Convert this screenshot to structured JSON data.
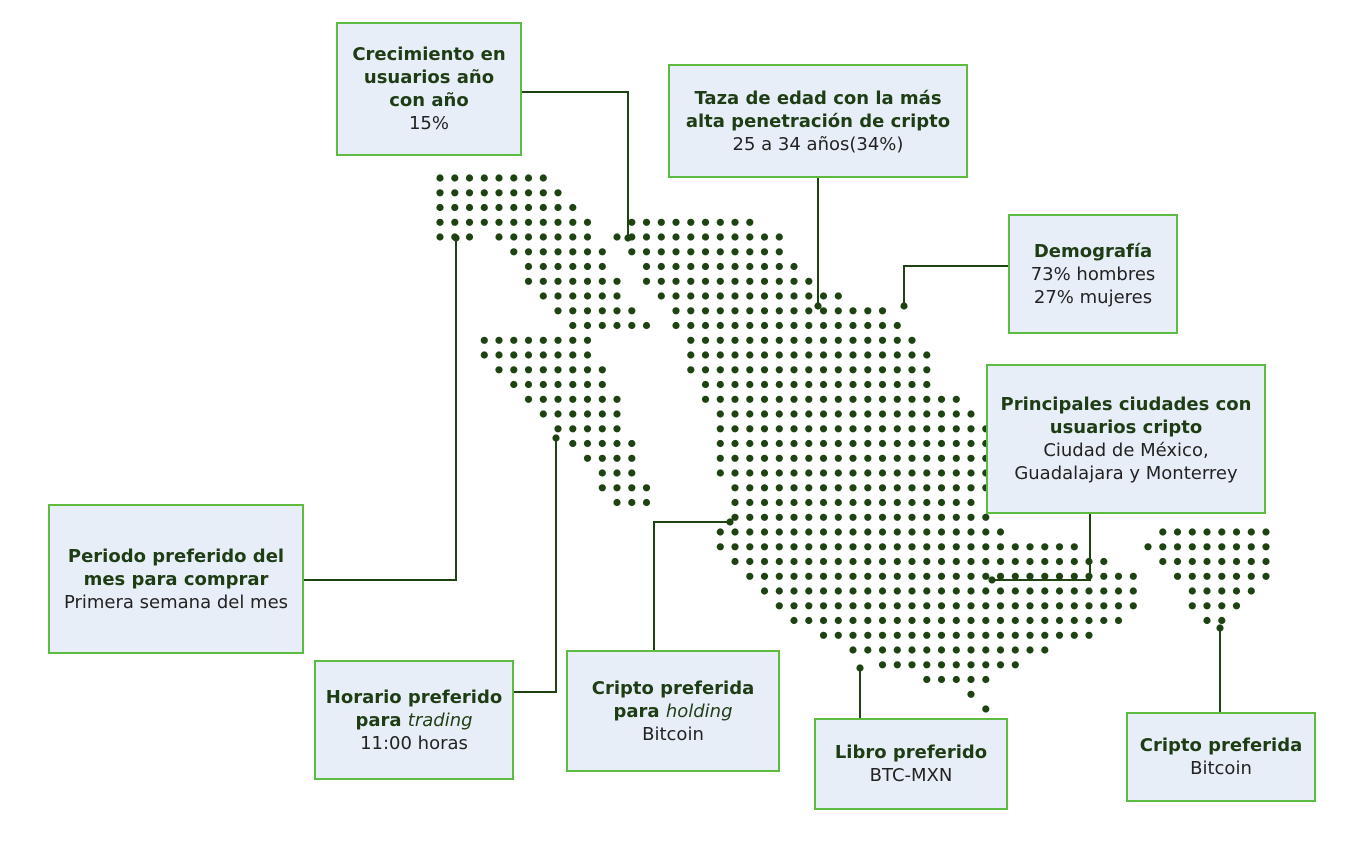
{
  "colors": {
    "dot": "#1e4212",
    "line": "#1e4212",
    "box_fill": "#e8eef7",
    "box_border": "#5dbb3f",
    "title": "#1e3d14"
  },
  "callouts": {
    "growth": {
      "title": "Crecimiento en usuarios año con año",
      "value": "15%"
    },
    "age": {
      "title": "Taza de edad con la más alta penetración de cripto",
      "value": "25 a 34 años(34%)"
    },
    "demo": {
      "title": "Demografía",
      "value_1": "73% hombres",
      "value_2": "27% mujeres"
    },
    "cities": {
      "title": "Principales ciudades con usuarios cripto",
      "value": "Ciudad de México, Guadalajara y Monterrey"
    },
    "period": {
      "title": "Periodo preferido del mes para comprar",
      "value": "Primera semana del mes"
    },
    "schedule": {
      "title_prefix": "Horario preferido para",
      "title_italic": "trading",
      "value": "11:00 horas"
    },
    "holding": {
      "title_prefix": "Cripto preferida para",
      "title_italic": "holding",
      "value": "Bitcoin"
    },
    "book": {
      "title": "Libro preferido",
      "value": "BTC-MXN"
    },
    "crypto": {
      "title": "Cripto preferida",
      "value": "Bitcoin"
    }
  }
}
